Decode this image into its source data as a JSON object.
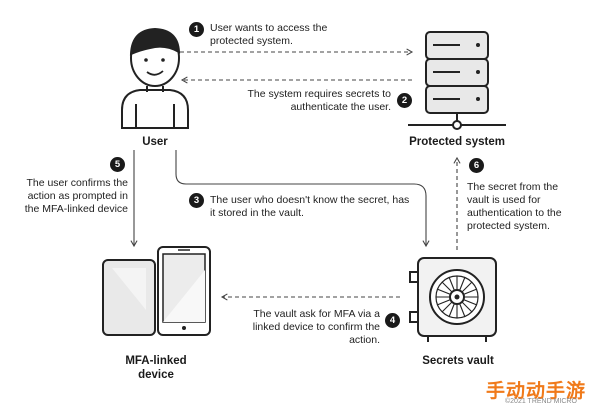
{
  "steps": [
    {
      "num": "1",
      "text": "User wants to access the protected system."
    },
    {
      "num": "2",
      "text": "The system requires secrets to authenticate the user."
    },
    {
      "num": "3",
      "text": "The user who doesn't know the secret, has it stored in the vault."
    },
    {
      "num": "4",
      "text": "The vault ask for MFA via a linked device to confirm the action."
    },
    {
      "num": "5",
      "text": "The user confirms the action as prompted in the MFA-linked device"
    },
    {
      "num": "6",
      "text": "The secret from the vault is used for authentication to the protected system."
    }
  ],
  "nodes": {
    "user": "User",
    "protected_system": "Protected system",
    "mfa_device": "MFA-linked device",
    "secrets_vault": "Secrets vault"
  },
  "watermark": {
    "cn": "手动动手游",
    "copyright": "©2021 TREND MICRO"
  }
}
